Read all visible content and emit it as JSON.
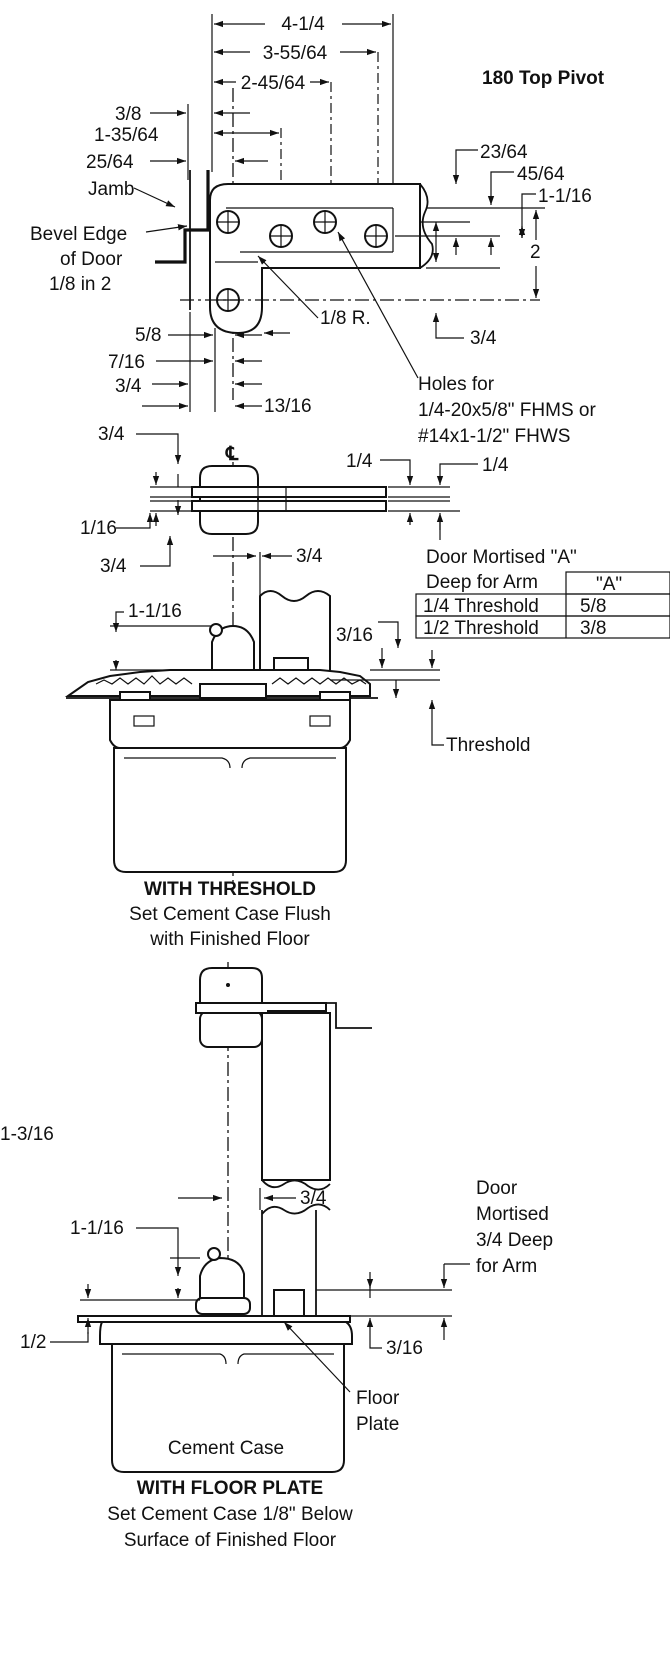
{
  "header": {
    "title": "180 Top Pivot"
  },
  "top_view": {
    "dims": {
      "d_4_1_4": "4-1/4",
      "d_3_55_64": "3-55/64",
      "d_2_45_64": "2-45/64",
      "d_3_8": "3/8",
      "d_1_35_64": "1-35/64",
      "d_25_64": "25/64",
      "d_23_64": "23/64",
      "d_45_64": "45/64",
      "d_1_1_16": "1-1/16",
      "d_2": "2",
      "d_5_8": "5/8",
      "d_7_16": "7/16",
      "d_3_4a": "3/4",
      "d_13_16": "13/16",
      "d_3_4b": "3/4",
      "d_radius": "1/8 R."
    },
    "jamb": "Jamb",
    "bevel": [
      "Bevel Edge",
      "of Door",
      "1/8 in 2"
    ],
    "holes": [
      "Holes for",
      "1/4-20x5/8\" FHMS or",
      "#14x1-1/2\" FHWS"
    ]
  },
  "side_view": {
    "centerline": "℄",
    "dims": {
      "d_3_4_top": "3/4",
      "d_1_4a": "1/4",
      "d_1_4b": "1/4",
      "d_1_16": "1/16",
      "d_3_4_bot": "3/4"
    }
  },
  "threshold_view": {
    "dims": {
      "d_3_4": "3/4",
      "d_1_1_16": "1-1/16",
      "d_3_16": "3/16"
    },
    "table": {
      "title": [
        "Door Mortised \"A\"",
        "Deep for Arm"
      ],
      "header": "\"A\"",
      "rows": [
        {
          "label": "1/4 Threshold",
          "value": "5/8"
        },
        {
          "label": "1/2 Threshold",
          "value": "3/8"
        }
      ]
    },
    "threshold_label": "Threshold",
    "caption": [
      "WITH THRESHOLD",
      "Set Cement Case Flush",
      "with Finished Floor"
    ]
  },
  "floorplate_view": {
    "left_dim": "1-3/16",
    "dims": {
      "d_3_4": "3/4",
      "d_1_1_16": "1-1/16",
      "d_1_2": "1/2",
      "d_3_16": "3/16"
    },
    "door_note": [
      "Door",
      "Mortised",
      "3/4 Deep",
      "for Arm"
    ],
    "floor_plate": [
      "Floor",
      "Plate"
    ],
    "cement_case": "Cement Case",
    "caption": [
      "WITH FLOOR PLATE",
      "Set Cement Case 1/8\" Below",
      "Surface of Finished Floor"
    ]
  }
}
